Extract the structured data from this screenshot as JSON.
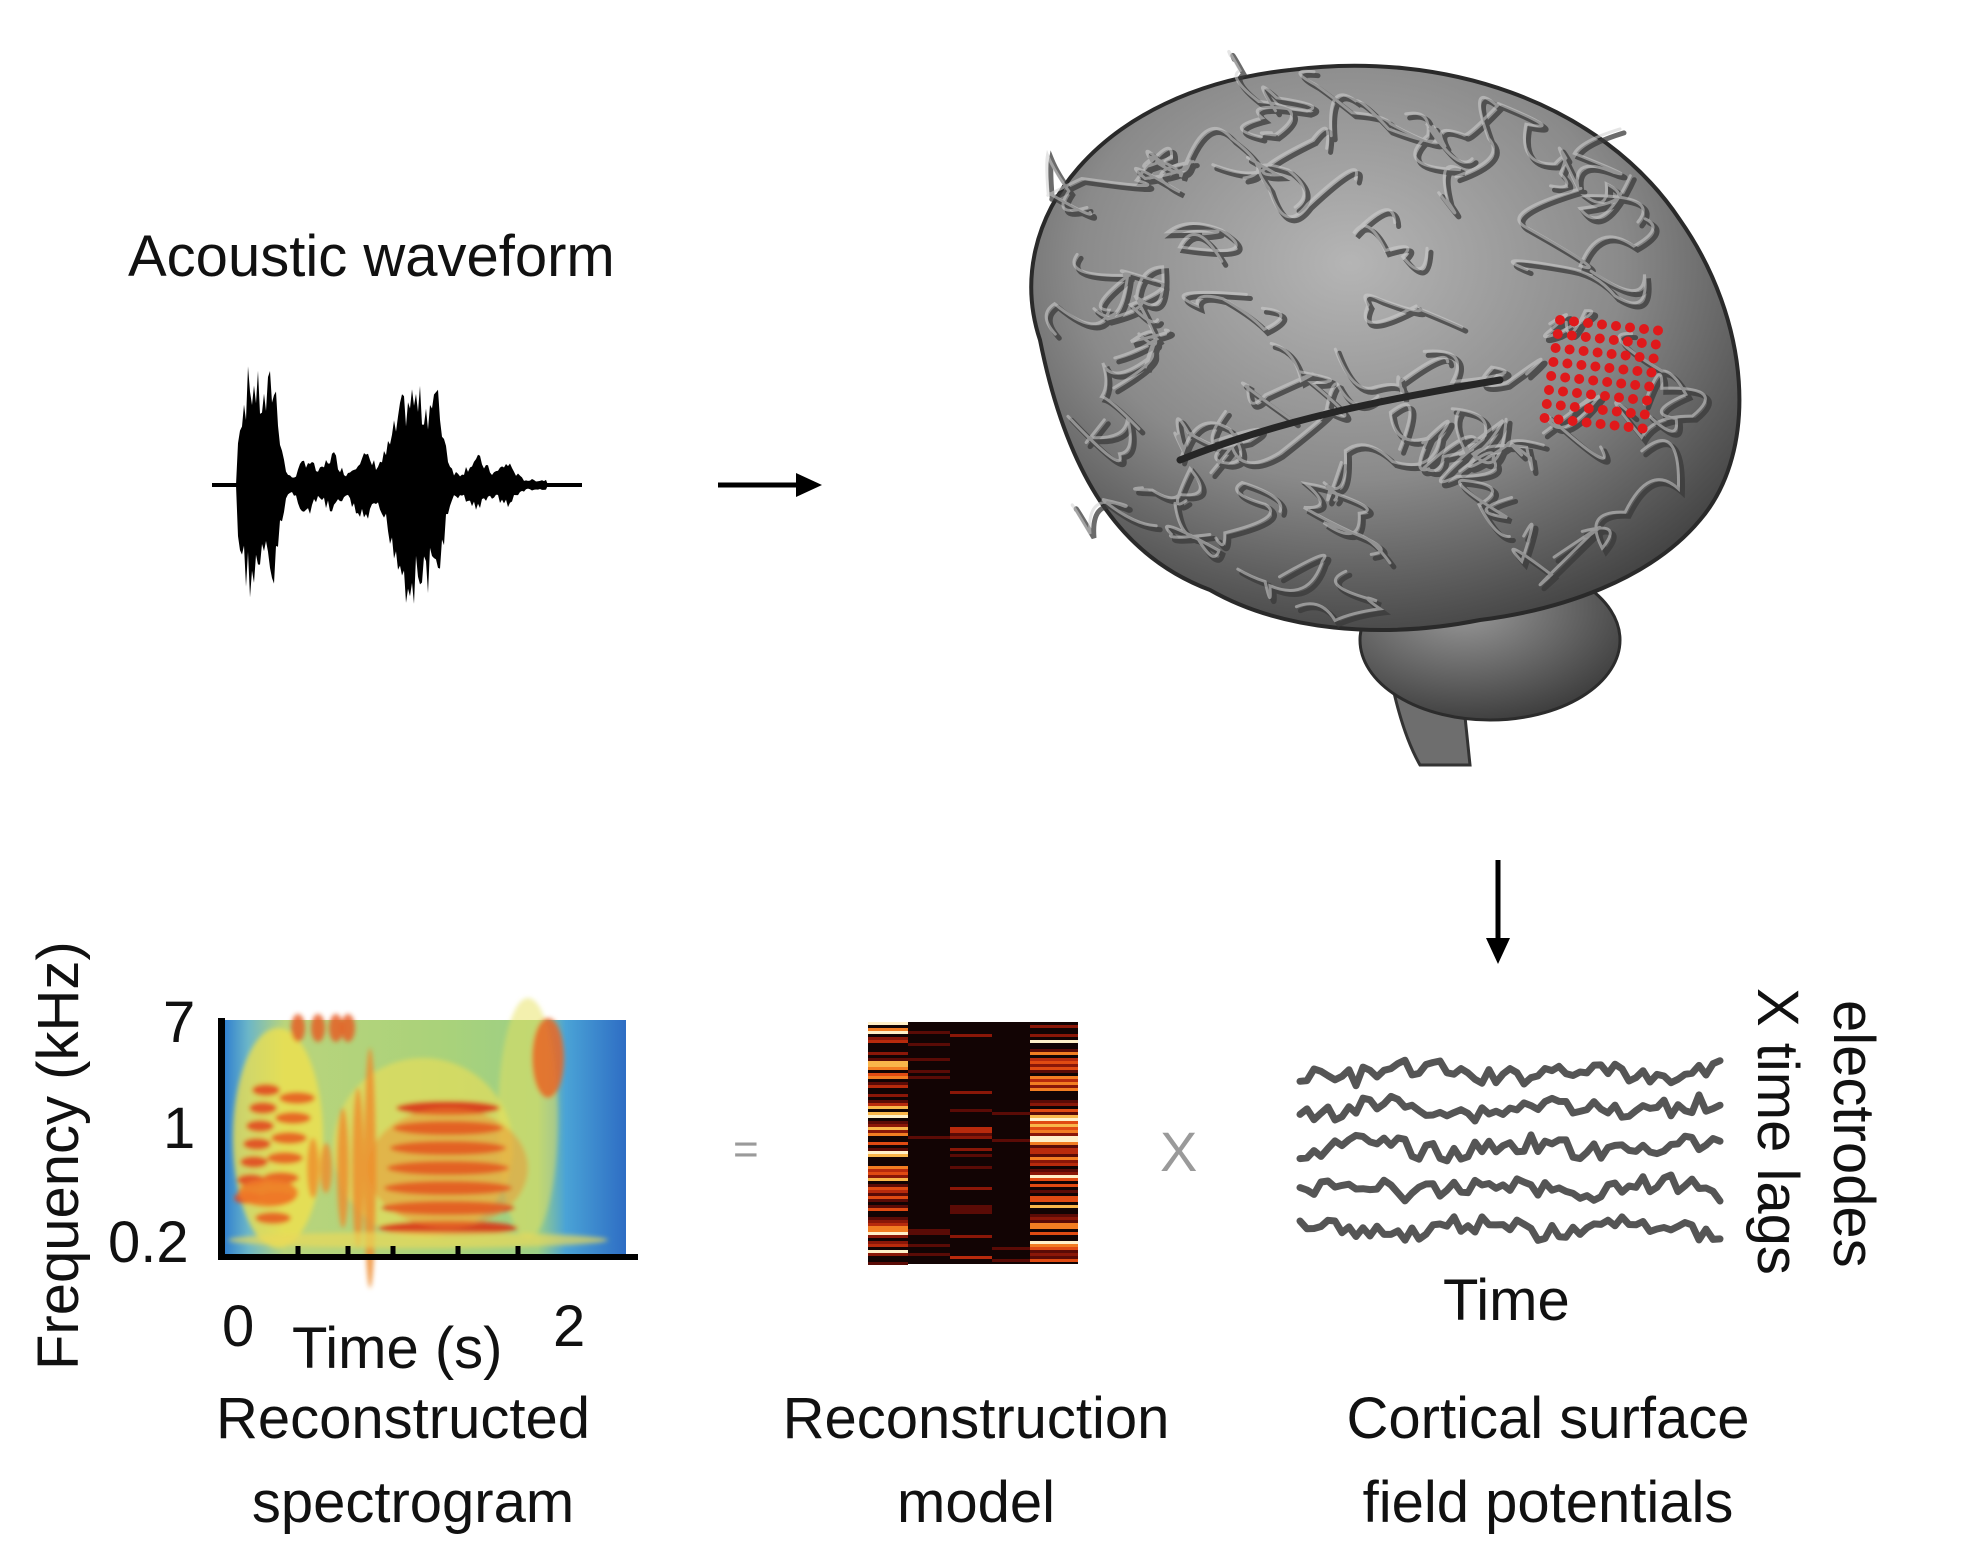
{
  "labels": {
    "acoustic_waveform": "Acoustic waveform",
    "reconstructed_spectrogram_line1": "Reconstructed",
    "reconstructed_spectrogram_line2": "spectrogram",
    "reconstruction_model_line1": "Reconstruction",
    "reconstruction_model_line2": "model",
    "cortical_line1": "Cortical surface",
    "cortical_line2": "field potentials",
    "traces_time": "Time",
    "electrodes": "electrodes",
    "time_lags": "X time lags"
  },
  "operators": {
    "equals": "=",
    "times": "X"
  },
  "spectrogram": {
    "ylabel": "Frequency (kHz)",
    "xlabel": "Time (s)",
    "yticks": [
      "7",
      "1",
      "0.2"
    ],
    "xticks": [
      "0",
      "2"
    ]
  },
  "electrode_grid": {
    "color": "#e0191b"
  },
  "colors": {
    "brain": "#8c8c8c",
    "traces": "#555555",
    "operator": "#9a9a9a"
  }
}
